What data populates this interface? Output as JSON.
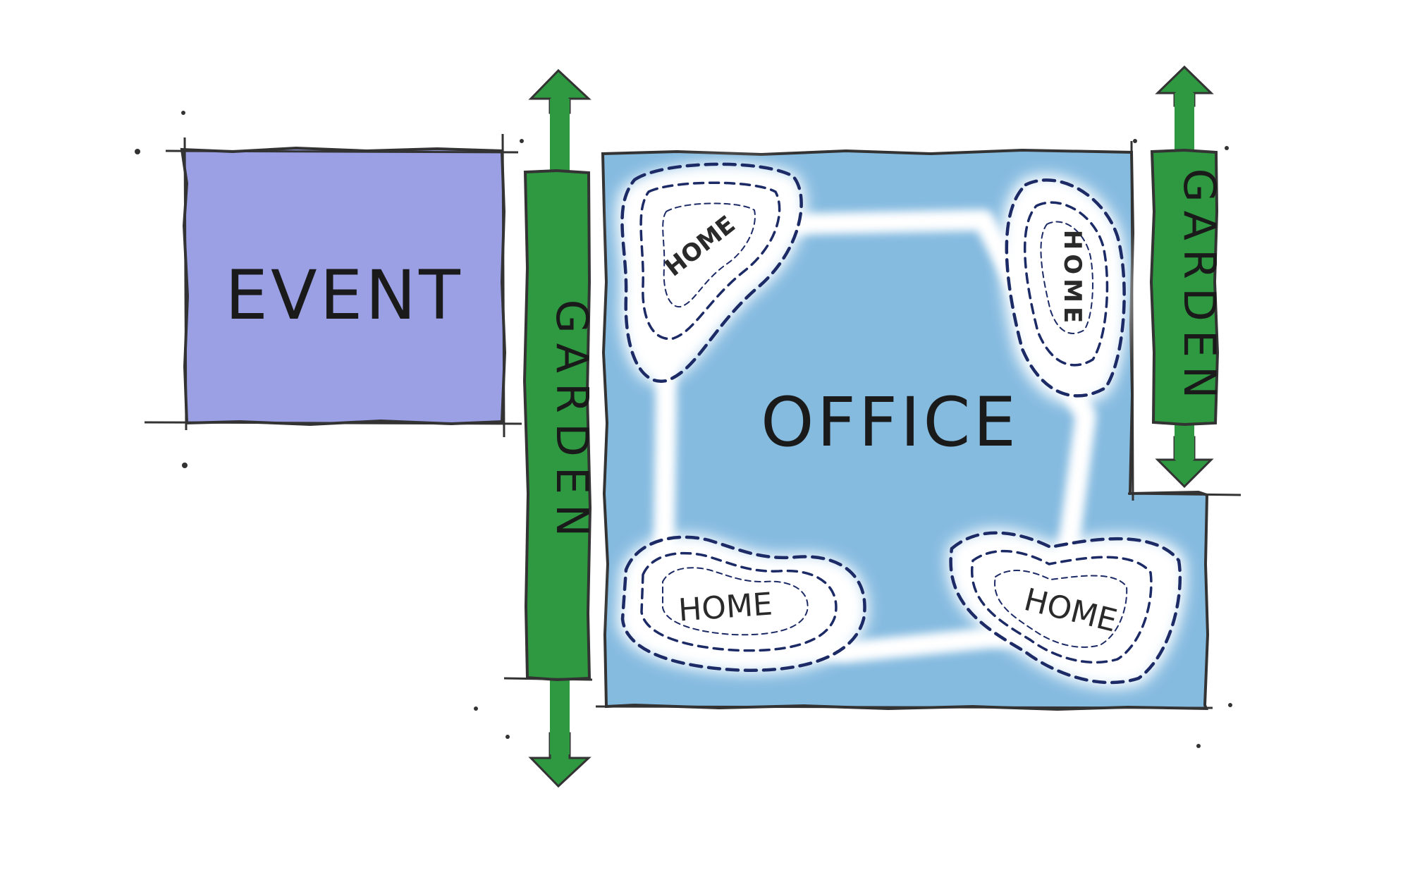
{
  "diagram": {
    "event_label": "EVENT",
    "office_label": "OFFICE",
    "garden_left_label": "GARDEN",
    "garden_right_label": "GARDEN",
    "home_labels": [
      "HOME",
      "HOME",
      "HOME",
      "HOME"
    ]
  },
  "colors": {
    "event_fill": "#9aa0e3",
    "office_fill": "#86bbe0",
    "garden_fill": "#2e9940",
    "outline": "#333333",
    "home_contour": "#1c2a66",
    "path_white": "#ffffff"
  }
}
